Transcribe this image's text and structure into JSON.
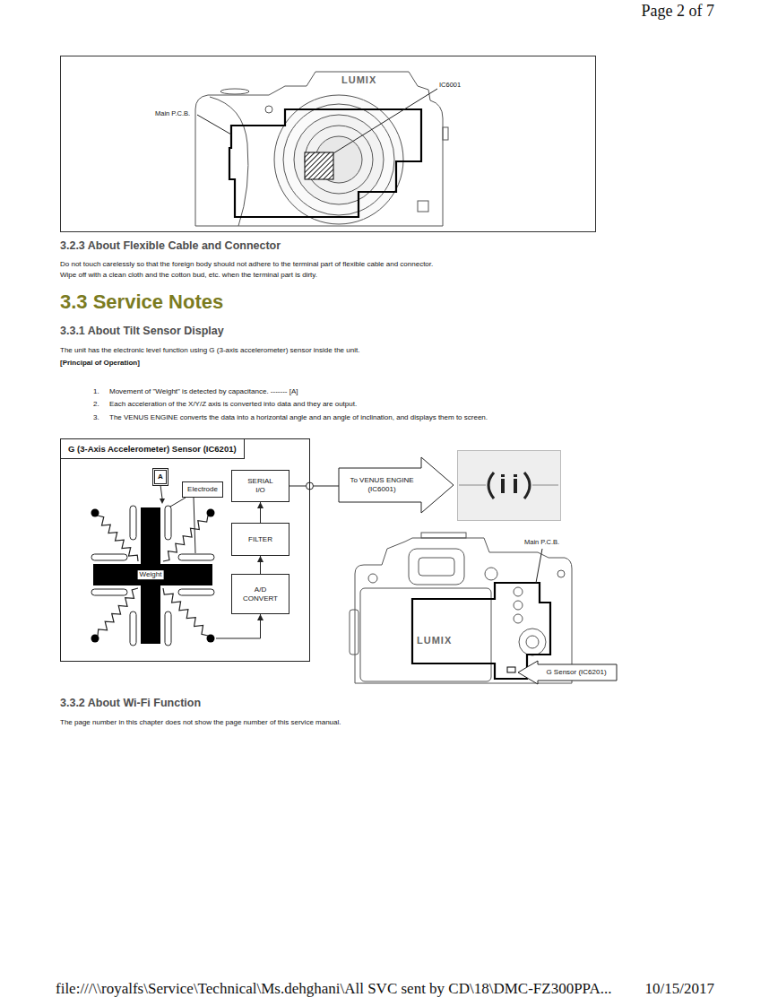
{
  "diagram": {
    "nodes": [
      {
        "text": [
          "G (3-Axis Accelerometer) Sensor (IC6201)"
        ]
      },
      {
        "text": [
          "A"
        ],
        "in": 0
      },
      {
        "text": [
          "Electrode"
        ],
        "in": 0
      },
      {
        "text": [
          "SERIAL I/O"
        ],
        "in": 0
      },
      {
        "text": [
          "FILTER"
        ],
        "in": 0
      },
      {
        "text": [
          "A/D CONVERT"
        ],
        "in": 0
      },
      {
        "text": [
          "Weight"
        ],
        "in": 0
      },
      {
        "text": [
          "To VENUS ENGINE (IC6001)"
        ]
      },
      {
        "text": [
          "G Sensor (IC6201)"
        ]
      }
    ],
    "edges": [
      {
        "from": 5,
        "to": 4,
        "arrow": "to"
      },
      {
        "from": 4,
        "to": 3,
        "arrow": "to"
      },
      {
        "from": 3,
        "to": 7,
        "arrow": "none"
      },
      {
        "from": 6,
        "to": 5,
        "arrow": "to"
      }
    ],
    "labels": [
      "Page 2 of 7",
      "LUMIX",
      "Main P.C.B.",
      "IC6001",
      "3.2.3 About Flexible Cable and Connector",
      "Do not touch carelessly so that the foreign body should not adhere to the terminal part of flexible cable and connector.",
      "Wipe off with a clean cloth and the cotton bud, etc. when the terminal part is dirty.",
      "3.3 Service Notes",
      "3.3.1 About Tilt Sensor Display",
      "The unit has the electronic level function using G (3-axis accelerometer) sensor inside the unit.",
      "[Principal of Operation]",
      "1.",
      "Movement of \"Weight\" is detected by capacitance. ------- [A]",
      "2.",
      "Each acceleration of the X/Y/Z axis is converted into data and they are output.",
      "3.",
      "The VENUS ENGINE converts the data into a horizontal angle and an angle of inclination, and displays them to screen.",
      "Main P.C.B.",
      "LUMIX",
      "3.3.2 About Wi-Fi Function",
      "The page number in this chapter does not show the page number of this service manual.",
      "file:///\\\\royalfs\\Service\\Technical\\Ms.dehghani\\All SVC sent by CD\\18\\DMC-FZ300PPA...",
      "10/15/2017"
    ]
  }
}
